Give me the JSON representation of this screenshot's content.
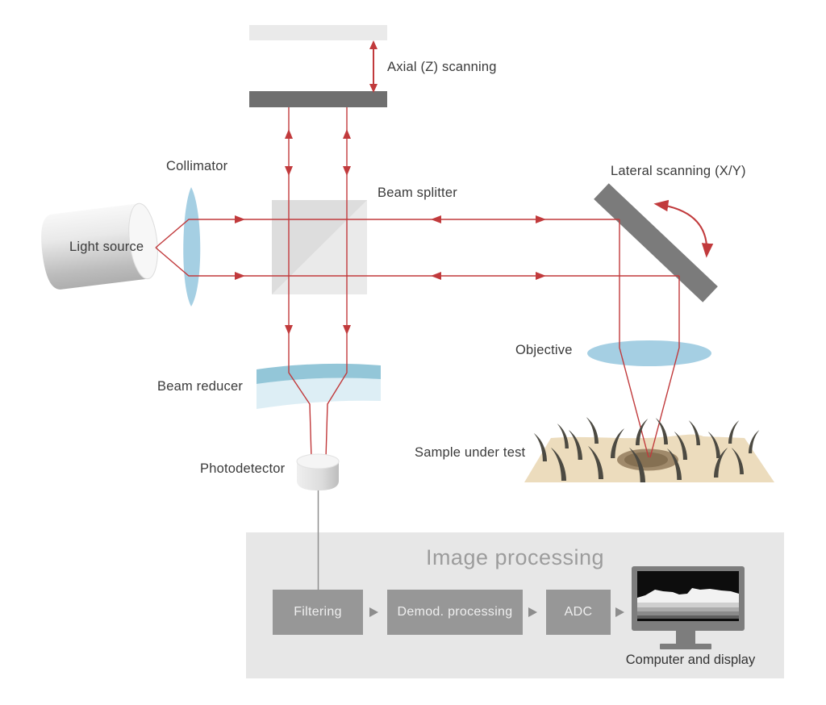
{
  "labels": {
    "axial_scanning": "Axial (Z) scanning",
    "collimator": "Collimator",
    "light_source": "Light source",
    "beam_splitter": "Beam splitter",
    "lateral_scanning": "Lateral scanning (X/Y)",
    "objective": "Objective",
    "sample_under_test": "Sample under test",
    "beam_reducer": "Beam reducer",
    "photodetector": "Photodetector"
  },
  "image_processing": {
    "title": "Image processing",
    "steps": [
      "Filtering",
      "Demod. processing",
      "ADC"
    ],
    "display_label": "Computer and display"
  },
  "colors": {
    "beam_red": "#c13a3c",
    "lens_blue": "#a5cfe3",
    "mirror_dark": "#6f6f6f",
    "mirror_light": "#eaeaea",
    "panel_gray": "#e7e7e7",
    "process_box_gray": "#979797",
    "skin_tan": "#ecdcbd",
    "lesion_brown": "#8a745a"
  }
}
